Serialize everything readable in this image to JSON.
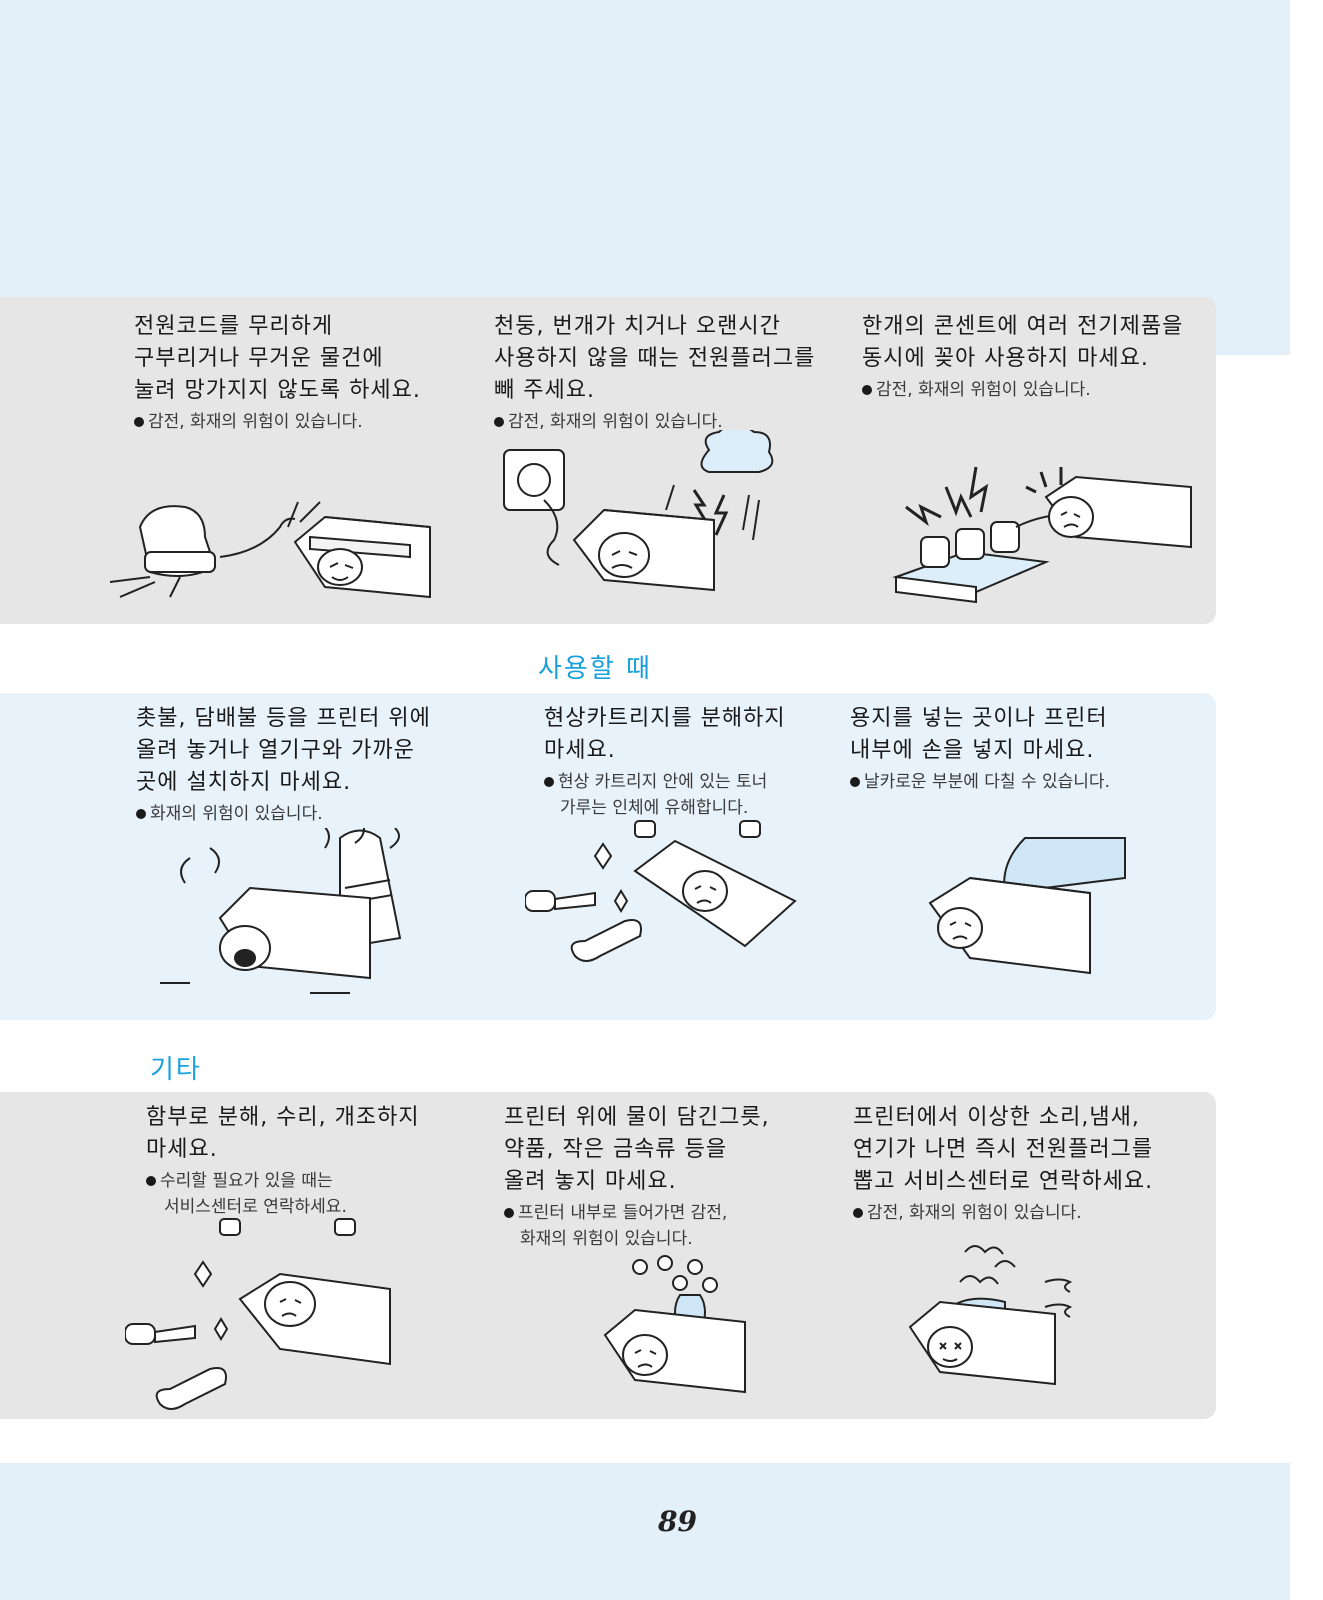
{
  "sections": {
    "using": "사용할 때",
    "other": "기타"
  },
  "row1": [
    {
      "lines": [
        "전원코드를 무리하게",
        "구부리거나 무거운 물건에",
        "눌려 망가지지 않도록 하세요."
      ],
      "note": [
        "감전, 화재의 위험이 있습니다."
      ]
    },
    {
      "lines": [
        "천둥, 번개가 치거나 오랜시간",
        "사용하지 않을 때는 전원플러그를",
        "빼 주세요."
      ],
      "note": [
        "감전, 화재의 위험이 있습니다."
      ]
    },
    {
      "lines": [
        "한개의 콘센트에 여러 전기제품을",
        "동시에 꽂아 사용하지 마세요."
      ],
      "note": [
        "감전, 화재의 위험이 있습니다."
      ]
    }
  ],
  "row2": [
    {
      "lines": [
        "촛불, 담배불 등을 프린터 위에",
        "올려 놓거나 열기구와 가까운",
        "곳에 설치하지 마세요."
      ],
      "note": [
        "화재의 위험이 있습니다."
      ]
    },
    {
      "lines": [
        "현상카트리지를 분해하지",
        "마세요."
      ],
      "note": [
        "현상 카트리지 안에 있는 토너",
        "가루는 인체에 유해합니다."
      ]
    },
    {
      "lines": [
        "용지를 넣는 곳이나 프린터",
        "내부에 손을 넣지 마세요."
      ],
      "note": [
        "날카로운 부분에 다칠 수 있습니다."
      ]
    }
  ],
  "row3": [
    {
      "lines": [
        "함부로 분해, 수리, 개조하지",
        "마세요."
      ],
      "note": [
        "수리할 필요가 있을 때는",
        "서비스센터로 연락하세요."
      ]
    },
    {
      "lines": [
        "프린터 위에 물이 담긴그릇,",
        "약품, 작은 금속류 등을",
        "올려 놓지 마세요."
      ],
      "note": [
        "프린터 내부로 들어가면 감전,",
        "화재의 위험이 있습니다."
      ]
    },
    {
      "lines": [
        "프린터에서 이상한 소리,냄새,",
        "연기가 나면 즉시 전원플러그를",
        "뽑고 서비스센터로 연락하세요."
      ],
      "note": [
        "감전, 화재의 위험이 있습니다."
      ]
    }
  ],
  "page_number": "89",
  "colors": {
    "section_title": "#1aa0dc",
    "band": "#e4f0f9",
    "panel_gray": "#e6e6e6",
    "panel_blue": "#e8f2fb"
  }
}
